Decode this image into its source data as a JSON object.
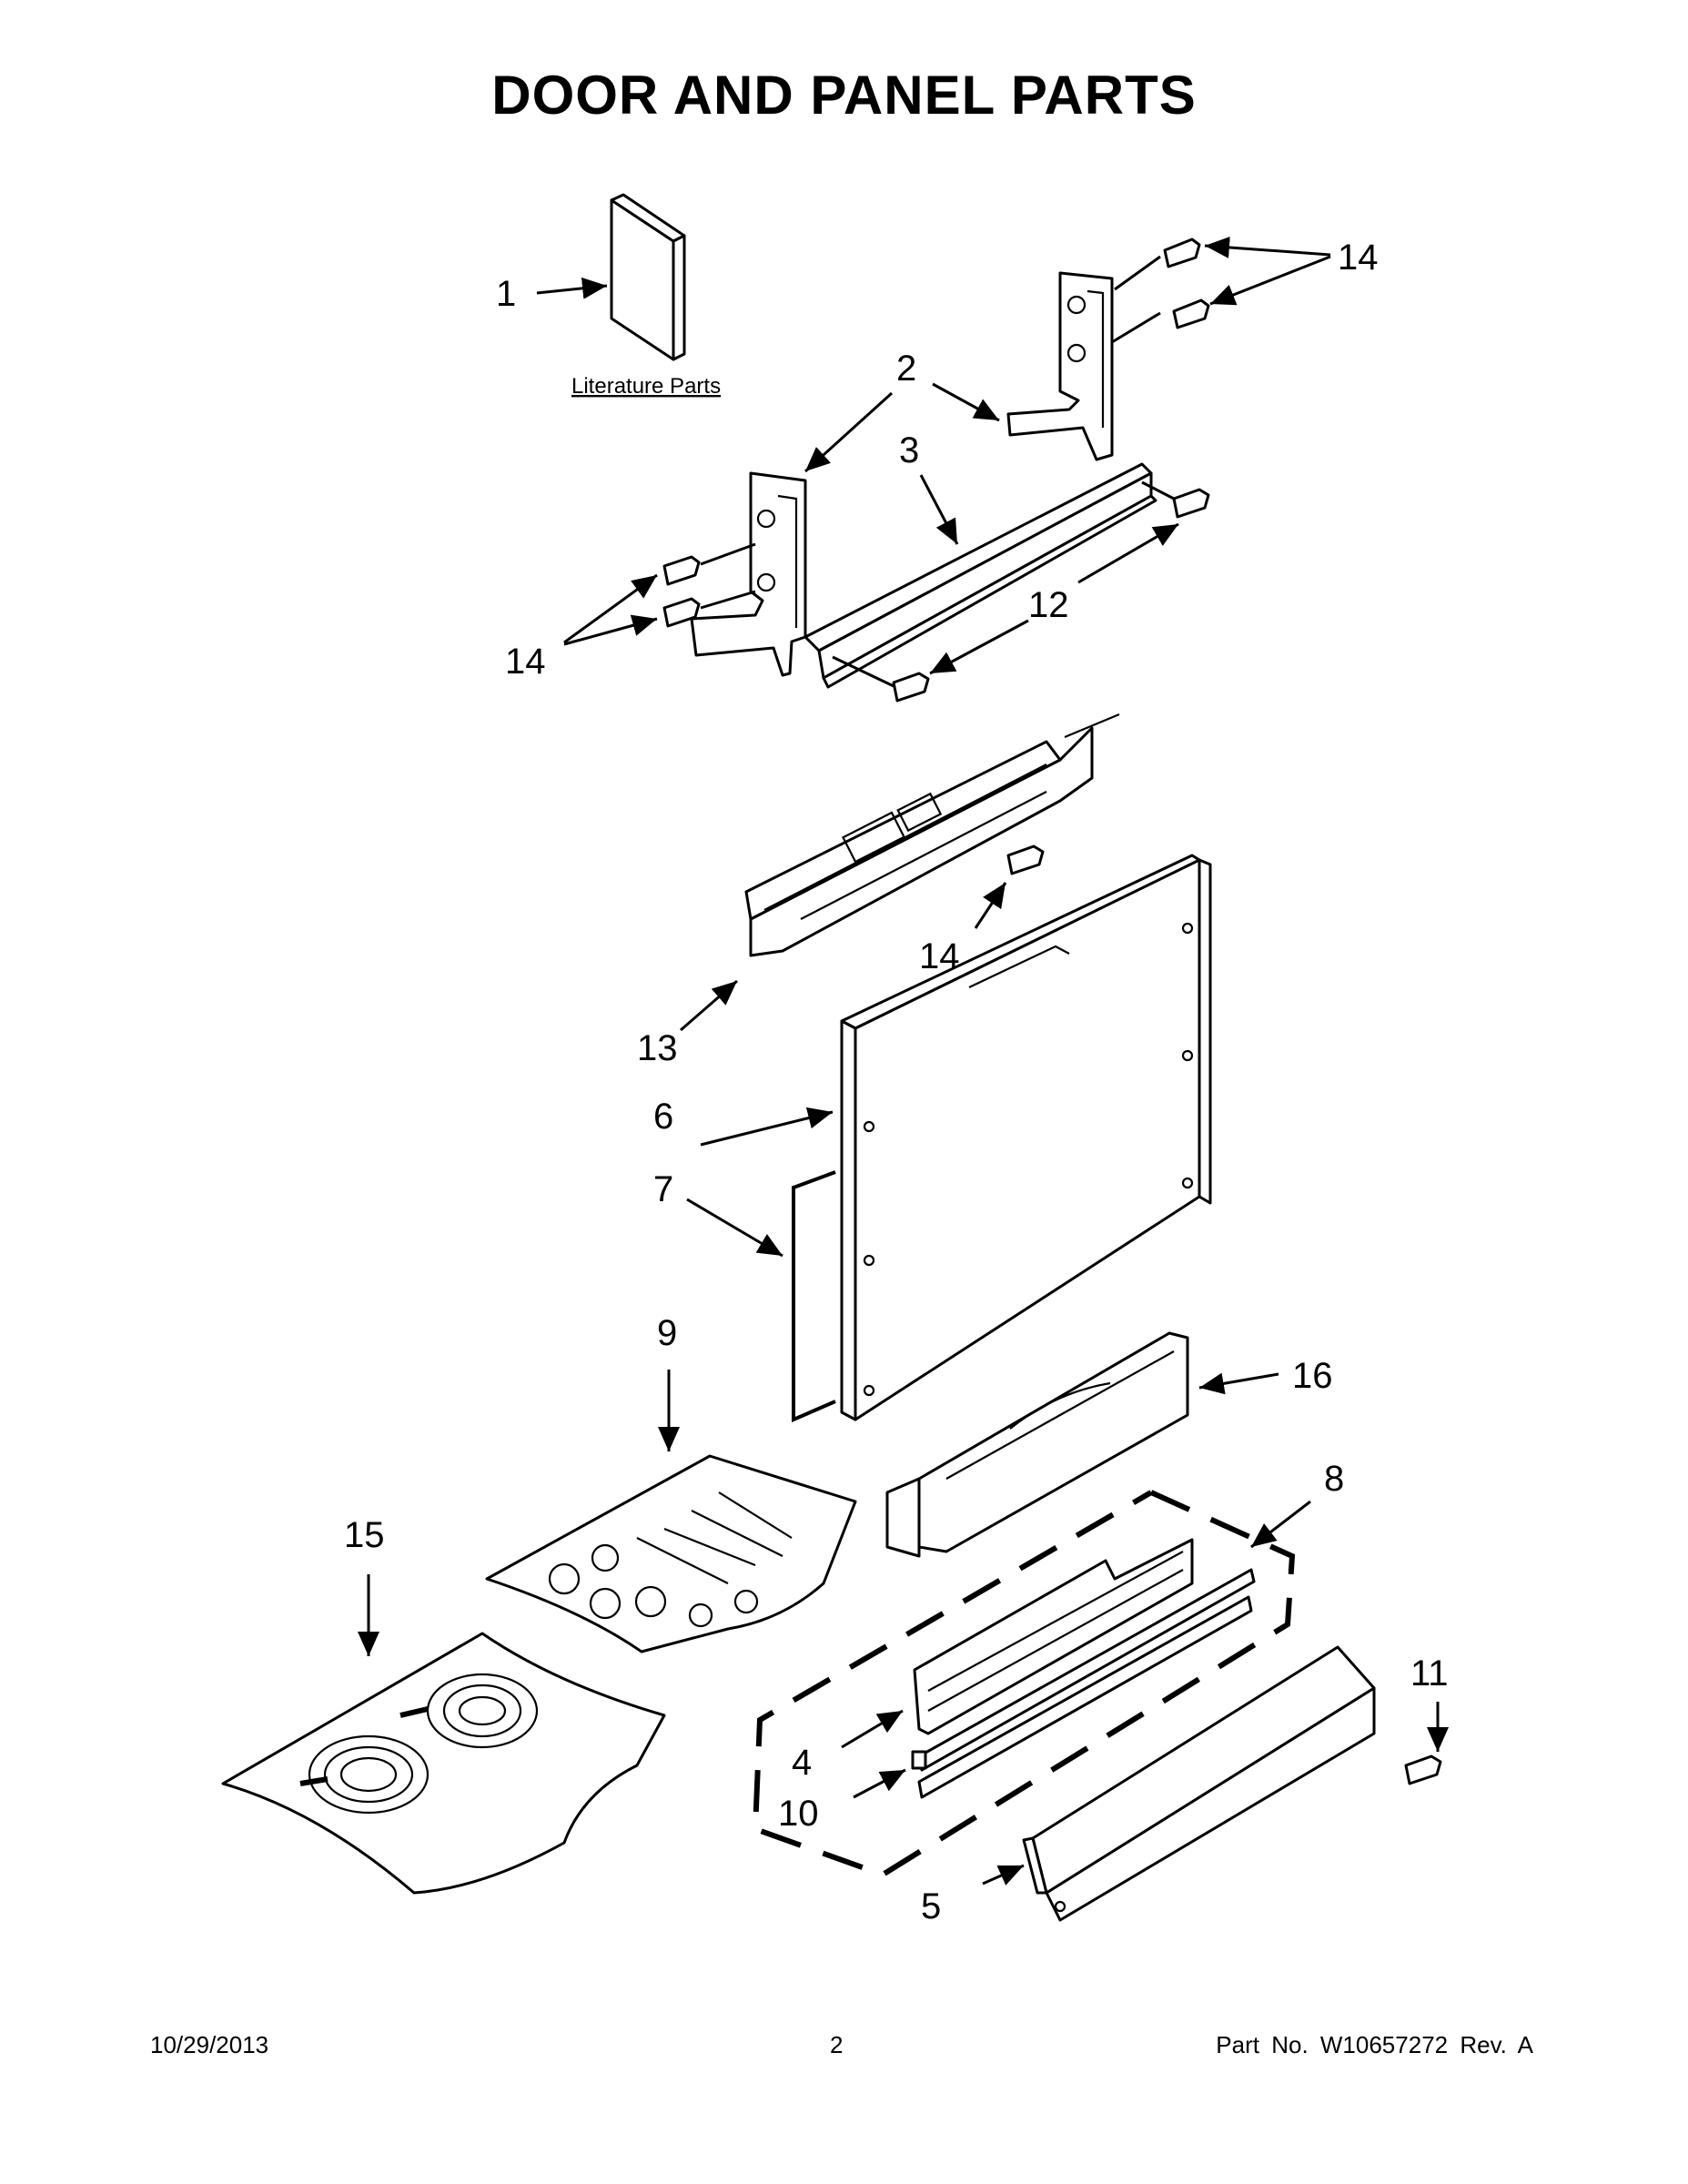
{
  "title": "DOOR AND PANEL PARTS",
  "literature_label": "Literature Parts",
  "callouts": {
    "c1": "1",
    "c2": "2",
    "c3": "3",
    "c4": "4",
    "c5": "5",
    "c6": "6",
    "c7": "7",
    "c8": "8",
    "c9": "9",
    "c10": "10",
    "c11": "11",
    "c12": "12",
    "c13": "13",
    "c14a": "14",
    "c14b": "14",
    "c14c": "14",
    "c15": "15",
    "c16": "16"
  },
  "footer": {
    "date": "10/29/2013",
    "page": "2",
    "part": "Part No.  W10657272  Rev.  A"
  }
}
